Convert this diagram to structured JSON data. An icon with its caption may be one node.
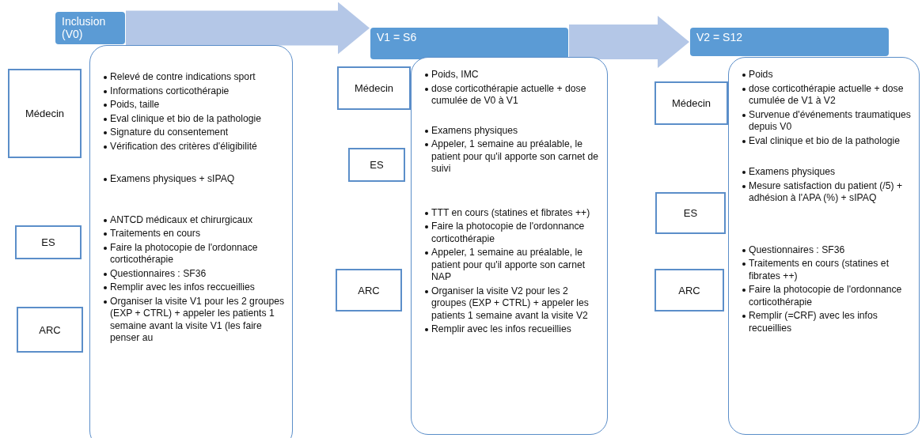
{
  "diagram": {
    "nodes": [
      {
        "text": [
          "Inclusion (V0)"
        ]
      },
      {
        "text": [
          "Médecin"
        ]
      },
      {
        "text": [
          "ES"
        ]
      },
      {
        "text": [
          "ARC"
        ]
      },
      {
        "text": [
          "Relevé de contre indications sport",
          "Informations corticothérapie",
          "Poids, taille",
          "Eval clinique et bio de la pathologie",
          "Signature du consentement",
          "Vérification des critères d'éligibilité",
          "Examens physiques + sIPAQ",
          "ANTCD médicaux et chirurgicaux",
          "Traitements en cours",
          "Faire la photocopie de l'ordonnace corticothérapie",
          "Questionnaires : SF36",
          "Remplir avec les infos reccueillies",
          "Organiser la visite V1 pour les 2 groupes (EXP + CTRL) + appeler les patients 1 semaine avant la visite V1 (les faire penser au"
        ]
      },
      {
        "text": [
          "V1 = S6"
        ]
      },
      {
        "text": [
          "Médecin"
        ]
      },
      {
        "text": [
          "ES"
        ]
      },
      {
        "text": [
          "ARC"
        ]
      },
      {
        "text": [
          "Poids, IMC",
          "dose corticothérapie actuelle + dose cumulée de V0 à V1",
          "Examens physiques",
          "Appeler, 1 semaine au préalable, le patient pour qu'il apporte son carnet de suivi",
          "TTT en cours (statines et fibrates ++)",
          "Faire la photocopie de l'ordonnance corticothérapie",
          "Appeler, 1 semaine au préalable, le patient pour qu'il apporte son carnet NAP",
          "Organiser la visite V2 pour les 2 groupes (EXP + CTRL) + appeler les patients 1 semaine avant la visite V2",
          "Remplir avec les infos recueillies"
        ]
      },
      {
        "text": [
          "V2 = S12"
        ]
      },
      {
        "text": [
          "Médecin"
        ]
      },
      {
        "text": [
          "ES"
        ]
      },
      {
        "text": [
          "ARC"
        ]
      },
      {
        "text": [
          "Poids",
          "dose corticothérapie actuelle + dose cumulée de V1 à V2",
          "Survenue d'événements traumatiques depuis V0",
          "Eval clinique et bio de la pathologie",
          "Examens physiques",
          "Mesure satisfaction du patient (/5) + adhésion à l'APA (%) + sIPAQ",
          "Questionnaires : SF36",
          "Traitements en cours (statines et fibrates ++)",
          "Faire la photocopie de l'ordonnance corticothérapie",
          "Remplir (=CRF) avec les infos recueillies"
        ]
      }
    ],
    "edges": [
      {
        "from": 0,
        "to": 5,
        "arrow": "to"
      },
      {
        "from": 5,
        "to": 10,
        "arrow": "to"
      }
    ]
  }
}
